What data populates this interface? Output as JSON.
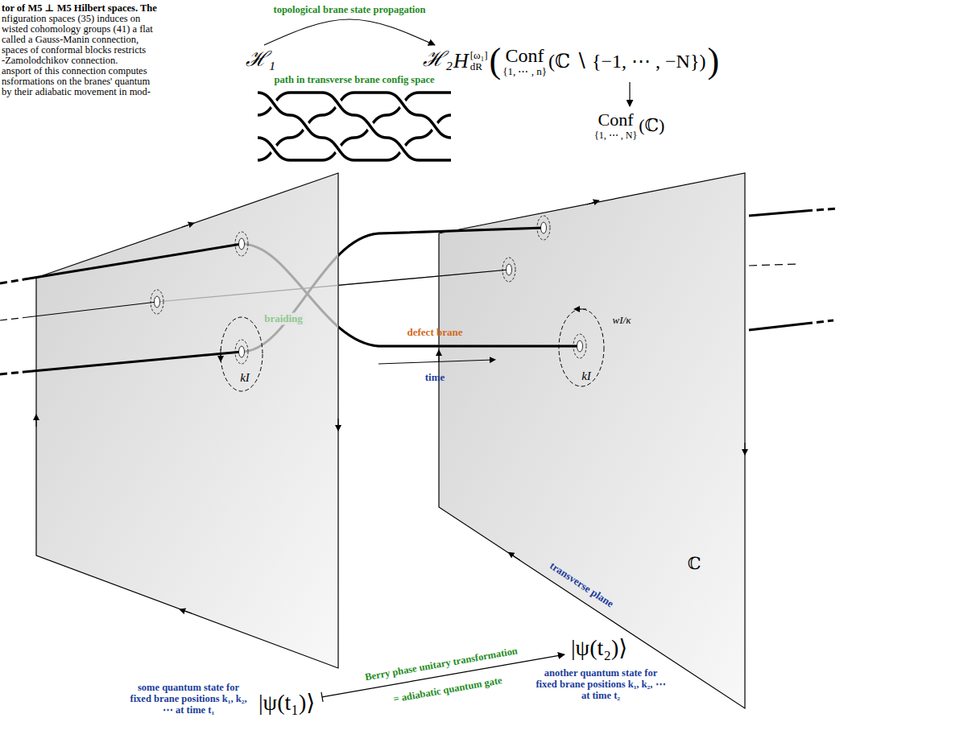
{
  "diagram": {
    "nodes": [
      {
        "text": [
          "ℋ₁"
        ]
      },
      {
        "text": [
          "ℋ₂"
        ]
      },
      {
        "text": [
          "H",
          "[ω₁]",
          "dR",
          "(",
          "Conf",
          "{1, ⋯ , n}",
          "(ℂ ∖ {−1, ⋯ , −N})",
          ")"
        ]
      },
      {
        "text": [
          "Conf",
          "(ℂ)",
          "{1, ⋯ , N}"
        ]
      },
      {
        "text": [
          "|ψ(t₁)⟩",
          "some quantum state for fixed brane positions k₁, k₂, ⋯ at time t₁"
        ]
      },
      {
        "text": [
          "|ψ(t₂)⟩",
          "another quantum state for fixed brane positions k₁, k₂, ⋯ at time t₂"
        ]
      }
    ],
    "edges": [
      {
        "from": 0,
        "to": 1,
        "arrow": "to",
        "label": "topological brane state propagation"
      },
      {
        "from": 2,
        "to": 3,
        "arrow": "to"
      },
      {
        "from": 4,
        "to": 5,
        "arrow": "to",
        "label": "Berry phase unitary transformation"
      }
    ],
    "labels": [
      "tor of M5 ⊥ M5 Hilbert spaces. The",
      "nfiguration spaces (35) induces on",
      "wisted cohomology groups (41) a flat",
      "called a Gauss-Manin connection,",
      "spaces of conformal blocks restricts",
      "-Zamolodchikov connection.",
      "ansport of this connection computes",
      "nsformations on the branes' quantum",
      "by their adiabatic movement in mod-",
      "path in transverse brane config space",
      "braiding",
      "kI",
      "kI",
      "wI/κ",
      "defect brane",
      "time",
      "transverse plane",
      "ℂ",
      "= adiabatic quantum gate"
    ]
  }
}
